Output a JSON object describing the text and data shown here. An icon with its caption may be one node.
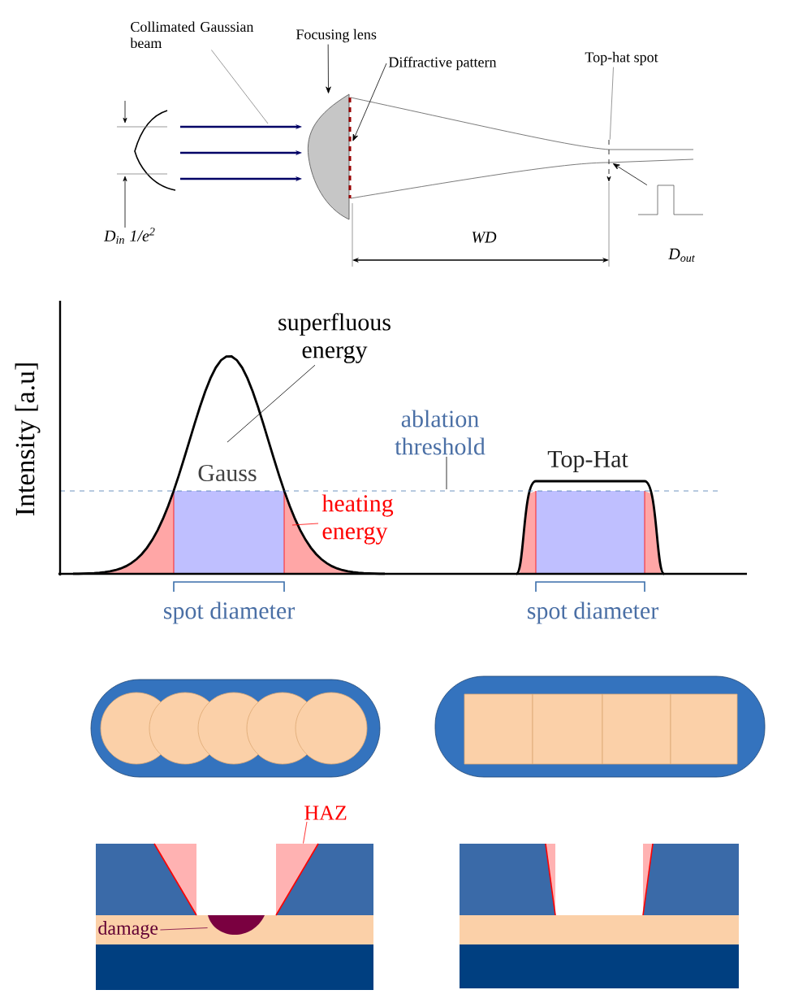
{
  "diagram": {
    "nodes": [
      {
        "text": [
          "Collimated Gaussian beam"
        ]
      },
      {
        "text": [
          "Focusing lens"
        ]
      },
      {
        "text": [
          "Diffractive pattern"
        ]
      },
      {
        "text": [
          "Top-hat spot"
        ]
      },
      {
        "text": [
          "superfluous energy"
        ]
      },
      {
        "text": [
          "ablation threshold"
        ]
      },
      {
        "text": [
          "heating energy"
        ]
      },
      {
        "text": [
          "HAZ"
        ]
      },
      {
        "text": [
          "damage"
        ]
      },
      {
        "text": [],
        "shape": "lens"
      },
      {
        "text": [],
        "shape": "line"
      },
      {
        "text": [],
        "shape": "arrow"
      },
      {
        "text": [],
        "shape": "triangle"
      },
      {
        "text": [],
        "shape": "half-circle"
      },
      {
        "text": [],
        "shape": "pulse"
      }
    ],
    "edges": [
      {
        "from": 0,
        "to": null,
        "arrow": "none",
        "color": "#808080"
      },
      {
        "from": 1,
        "to": 9,
        "arrow": "to"
      },
      {
        "from": 2,
        "to": 10,
        "arrow": "to"
      },
      {
        "from": 3,
        "to": 11,
        "arrow": "none",
        "color": "#808080"
      },
      {
        "from": 4,
        "to": null,
        "arrow": "none"
      },
      {
        "from": 5,
        "to": null,
        "arrow": "none"
      },
      {
        "from": 6,
        "to": null,
        "arrow": "none",
        "color": "#ff0000"
      },
      {
        "from": 7,
        "to": 12,
        "arrow": "none",
        "color": "#ff0000"
      },
      {
        "from": 8,
        "to": 13,
        "arrow": "none",
        "color": "#7a0040"
      },
      {
        "from": 14,
        "to": 11,
        "arrow": "to"
      }
    ],
    "labels": [
      "D$_{in}$ 1/e$^{2}$",
      "WD",
      "D$_{out}$",
      "Gauss",
      "Top-Hat",
      "Intensity [a.u]",
      "spot diameter",
      "spot diameter"
    ]
  }
}
